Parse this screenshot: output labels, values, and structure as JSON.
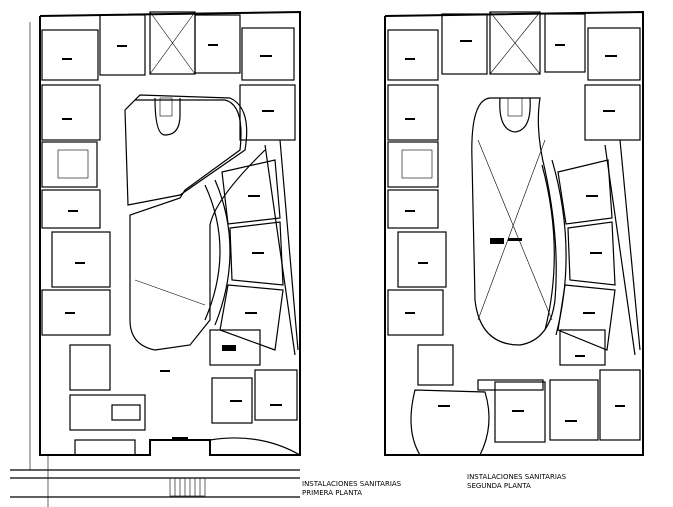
{
  "plans": [
    {
      "title_line1": "INSTALACIONES SANITARIAS",
      "title_line2": "PRIMERA PLANTA"
    },
    {
      "title_line1": "INSTALACIONES SANITARIAS",
      "title_line2": "SEGUNDA PLANTA"
    }
  ],
  "colors": {
    "ink": "#000000",
    "paper": "#ffffff"
  }
}
